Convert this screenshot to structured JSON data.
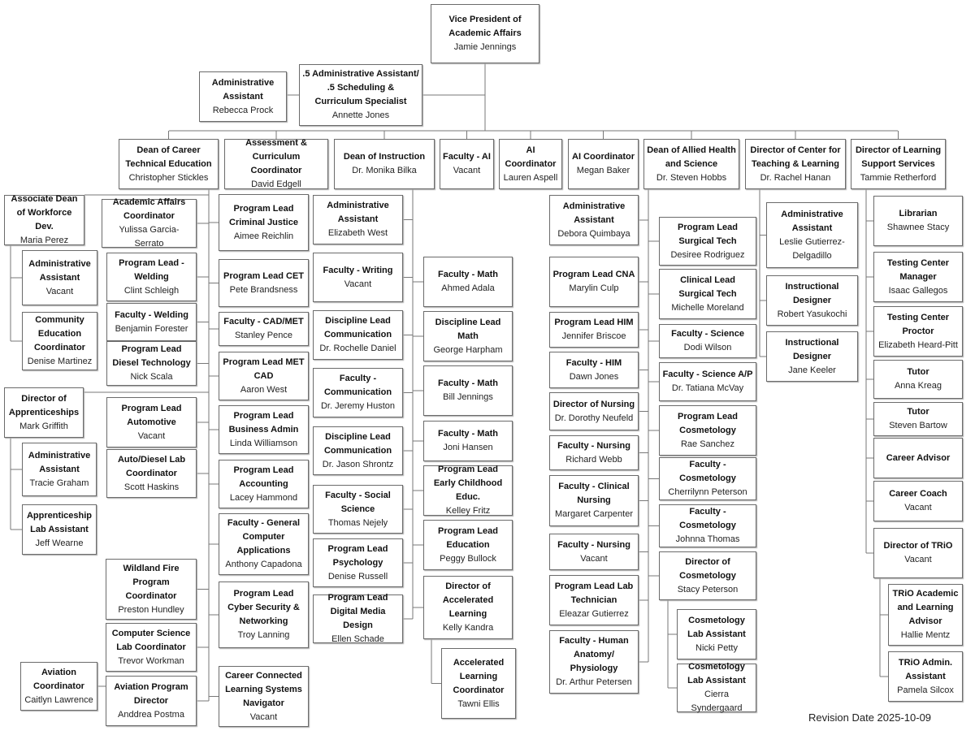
{
  "boxes": {
    "vp": {
      "title": "Vice President of Academic Affairs",
      "name": "Jamie Jennings"
    },
    "adm_top": {
      "title": "Administrative Assistant",
      "name": "Rebecca Prock"
    },
    "sched": {
      "title": ".5 Administrative Assistant/ .5 Scheduling & Curriculum Specialist",
      "name": "Annette Jones"
    },
    "dean_cte": {
      "title": "Dean of Career Technical Education",
      "name": "Christopher Stickles"
    },
    "assess": {
      "title": "Assessment & Curriculum Coordinator",
      "name": "David Edgell"
    },
    "doi": {
      "title": "Dean of Instruction",
      "name": "Dr. Monika Bilka"
    },
    "fac_ai": {
      "title": "Faculty - AI",
      "name": "Vacant"
    },
    "ai1": {
      "title": "AI Coordinator",
      "name": "Lauren Aspell"
    },
    "ai2": {
      "title": "AI Coordinator",
      "name": "Megan Baker"
    },
    "dean_ah": {
      "title": "Dean of Allied Health and Science",
      "name": "Dr. Steven Hobbs"
    },
    "dir_ctl": {
      "title": "Director of Center for Teaching & Learning",
      "name": "Dr. Rachel Hanan"
    },
    "dir_lss": {
      "title": "Director of Learning Support Services",
      "name": "Tammie Retherford"
    },
    "assoc": {
      "title": "Associate Dean of Workforce Dev.",
      "name": "Maria Perez"
    },
    "assoc_adm": {
      "title": "Administrative Assistant",
      "name": "Vacant"
    },
    "comm_ed": {
      "title": "Community Education Coordinator",
      "name": "Denise Martinez"
    },
    "dir_app": {
      "title": "Director of Apprenticeships",
      "name": "Mark Griffith"
    },
    "app_adm": {
      "title": "Administrative Assistant",
      "name": "Tracie Graham"
    },
    "app_lab": {
      "title": "Apprenticeship Lab Assistant",
      "name": "Jeff Wearne"
    },
    "av_coord": {
      "title": "Aviation Coordinator",
      "name": "Caitlyn Lawrence"
    },
    "aa_coord": {
      "title": "Academic Affairs Coordinator",
      "name": "Yulissa Garcia-Serrato"
    },
    "pl_weld": {
      "title": "Program Lead - Welding",
      "name": "Clint Schleigh"
    },
    "f_weld": {
      "title": "Faculty - Welding",
      "name": "Benjamin Forester"
    },
    "pl_diesel": {
      "title": "Program Lead Diesel Technology",
      "name": "Nick Scala"
    },
    "pl_auto": {
      "title": "Program Lead Automotive",
      "name": "Vacant"
    },
    "ad_lab": {
      "title": "Auto/Diesel Lab Coordinator",
      "name": "Scott Haskins"
    },
    "wildland": {
      "title": "Wildland Fire Program Coordinator",
      "name": "Preston Hundley"
    },
    "cs_lab": {
      "title": "Computer Science Lab Coordinator",
      "name": "Trevor Workman"
    },
    "av_dir": {
      "title": "Aviation Program Director",
      "name": "Anddrea Postma"
    },
    "pl_cj": {
      "title": "Program Lead Criminal Justice",
      "name": "Aimee Reichlin"
    },
    "pl_cet": {
      "title": "Program Lead CET",
      "name": "Pete Brandsness"
    },
    "f_cad": {
      "title": "Faculty - CAD/MET",
      "name": "Stanley Pence"
    },
    "pl_met": {
      "title": "Program Lead MET CAD",
      "name": "Aaron West"
    },
    "pl_bus": {
      "title": "Program Lead Business Admin",
      "name": "Linda Williamson"
    },
    "pl_acct": {
      "title": "Program Lead Accounting",
      "name": "Lacey Hammond"
    },
    "f_gca": {
      "title": "Faculty - General Computer Applications",
      "name": "Anthony Capadona"
    },
    "pl_cyber": {
      "title": "Program Lead Cyber Security & Networking",
      "name": "Troy Lanning"
    },
    "ccls": {
      "title": "Career Connected Learning Systems Navigator",
      "name": "Vacant"
    },
    "doi_adm": {
      "title": "Administrative Assistant",
      "name": "Elizabeth West"
    },
    "f_writ": {
      "title": "Faculty - Writing",
      "name": "Vacant"
    },
    "dl_comm1": {
      "title": "Discipline Lead Communication",
      "name": "Dr. Rochelle Daniel"
    },
    "f_comm": {
      "title": "Faculty - Communication",
      "name": "Dr. Jeremy Huston"
    },
    "dl_comm2": {
      "title": "Discipline Lead Communication",
      "name": "Dr. Jason Shrontz"
    },
    "f_soc": {
      "title": "Faculty - Social Science",
      "name": "Thomas Nejely"
    },
    "pl_psy": {
      "title": "Program Lead Psychology",
      "name": "Denise Russell"
    },
    "pl_dmd": {
      "title": "Program Lead Digital Media Design",
      "name": "Ellen Schade"
    },
    "f_math1": {
      "title": "Faculty - Math",
      "name": "Ahmed Adala"
    },
    "dl_math": {
      "title": "Discipline Lead Math",
      "name": "George Harpham"
    },
    "f_math2": {
      "title": "Faculty -  Math",
      "name": "Bill Jennings"
    },
    "f_math3": {
      "title": "Faculty - Math",
      "name": "Joni Hansen"
    },
    "pl_ece": {
      "title": "Program Lead Early Childhood Educ.",
      "name": "Kelley Fritz"
    },
    "pl_edu": {
      "title": "Program Lead Education",
      "name": "Peggy Bullock"
    },
    "dir_acc": {
      "title": "Director of Accelerated Learning",
      "name": "Kelly Kandra"
    },
    "acc_coord": {
      "title": "Accelerated Learning Coordinator",
      "name": "Tawni Ellis"
    },
    "ah_adm": {
      "title": "Administrative Assistant",
      "name": "Debora Quimbaya"
    },
    "pl_cna": {
      "title": "Program Lead CNA",
      "name": "Marylin Culp"
    },
    "pl_him": {
      "title": "Program Lead HIM",
      "name": "Jennifer Briscoe"
    },
    "f_him": {
      "title": "Faculty - HIM",
      "name": "Dawn Jones"
    },
    "dir_nurs": {
      "title": "Director of Nursing",
      "name": "Dr. Dorothy Neufeld"
    },
    "f_nurs1": {
      "title": "Faculty -  Nursing",
      "name": "Richard Webb"
    },
    "f_clin": {
      "title": "Faculty - Clinical Nursing",
      "name": "Margaret Carpenter"
    },
    "f_nurs2": {
      "title": "Faculty - Nursing",
      "name": "Vacant"
    },
    "pl_labtech": {
      "title": "Program Lead Lab Technician",
      "name": "Eleazar Gutierrez"
    },
    "f_anat": {
      "title": "Faculty - Human Anatomy/ Physiology",
      "name": "Dr. Arthur Petersen"
    },
    "pl_surg": {
      "title": "Program Lead Surgical Tech",
      "name": "Desiree Rodriguez"
    },
    "cl_surg": {
      "title": "Clinical Lead Surgical Tech",
      "name": "Michelle Moreland"
    },
    "f_sci": {
      "title": "Faculty - Science",
      "name": "Dodi Wilson"
    },
    "f_sciap": {
      "title": "Faculty - Science A/P",
      "name": "Dr. Tatiana McVay"
    },
    "pl_cosm": {
      "title": "Program Lead Cosmetology",
      "name": "Rae Sanchez"
    },
    "f_cosm1": {
      "title": "Faculty - Cosmetology",
      "name": "Cherrilynn Peterson"
    },
    "f_cosm2": {
      "title": "Faculty - Cosmetology",
      "name": "Johnna Thomas"
    },
    "dir_cosm": {
      "title": "Director of Cosmetology",
      "name": "Stacy Peterson"
    },
    "cosm_lab1": {
      "title": "Cosmetology Lab Assistant",
      "name": "Nicki Petty"
    },
    "cosm_lab2": {
      "title": "Cosmetology Lab Assistant",
      "name": "Cierra Syndergaard"
    },
    "ctl_adm": {
      "title": "Administrative Assistant",
      "name": "Leslie Gutierrez-Delgadillo"
    },
    "id1": {
      "title": "Instructional Designer",
      "name": "Robert Yasukochi"
    },
    "id2": {
      "title": "Instructional Designer",
      "name": "Jane Keeler"
    },
    "lib": {
      "title": "Librarian",
      "name": "Shawnee Stacy"
    },
    "tc_mgr": {
      "title": "Testing Center Manager",
      "name": "Isaac Gallegos"
    },
    "tc_proc": {
      "title": "Testing Center Proctor",
      "name": "Elizabeth Heard-Pitt"
    },
    "tutor1": {
      "title": "Tutor",
      "name": "Anna Kreag"
    },
    "tutor2": {
      "title": "Tutor",
      "name": "Steven Bartow"
    },
    "car_adv": {
      "title": "Career Advisor",
      "name": ""
    },
    "car_coach": {
      "title": "Career Coach",
      "name": "Vacant"
    },
    "dir_trio": {
      "title": "Director of TRiO",
      "name": "Vacant"
    },
    "trio_adv": {
      "title": "TRiO Academic and Learning Advisor",
      "name": "Hallie Mentz"
    },
    "trio_adm": {
      "title": "TRiO Admin. Assistant",
      "name": "Pamela Silcox"
    }
  },
  "revision": "Revision Date 2025-10-09"
}
